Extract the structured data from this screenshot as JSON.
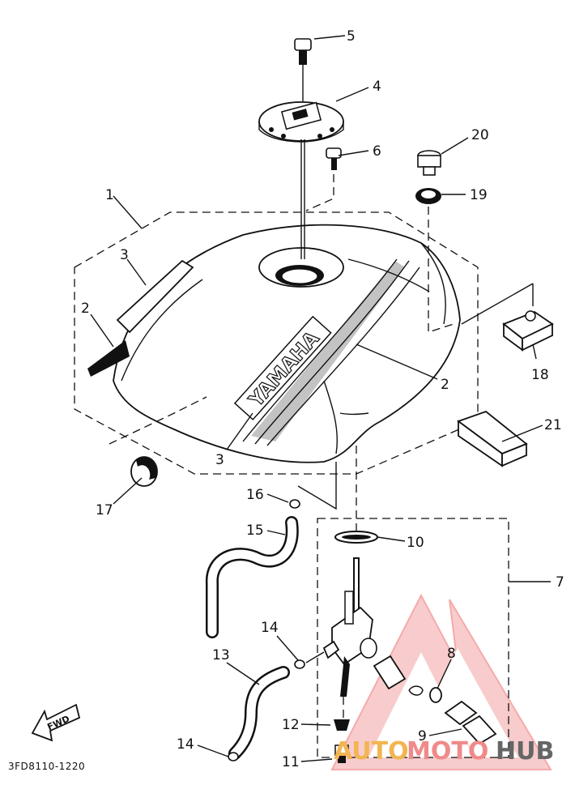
{
  "diagram": {
    "part_code": "3FD8110-1220",
    "fwd_label": "FWD",
    "tank_brand": "YAMAHA",
    "callouts": [
      {
        "id": "c1",
        "text": "1"
      },
      {
        "id": "c2a",
        "text": "2"
      },
      {
        "id": "c2b",
        "text": "2"
      },
      {
        "id": "c3a",
        "text": "3"
      },
      {
        "id": "c3b",
        "text": "3"
      },
      {
        "id": "c4",
        "text": "4"
      },
      {
        "id": "c5",
        "text": "5"
      },
      {
        "id": "c6",
        "text": "6"
      },
      {
        "id": "c7",
        "text": "7"
      },
      {
        "id": "c8",
        "text": "8"
      },
      {
        "id": "c9",
        "text": "9"
      },
      {
        "id": "c10",
        "text": "10"
      },
      {
        "id": "c11",
        "text": "11"
      },
      {
        "id": "c12",
        "text": "12"
      },
      {
        "id": "c13",
        "text": "13"
      },
      {
        "id": "c14a",
        "text": "14"
      },
      {
        "id": "c14b",
        "text": "14"
      },
      {
        "id": "c15",
        "text": "15"
      },
      {
        "id": "c16",
        "text": "16"
      },
      {
        "id": "c17",
        "text": "17"
      },
      {
        "id": "c18",
        "text": "18"
      },
      {
        "id": "c19",
        "text": "19"
      },
      {
        "id": "c20",
        "text": "20"
      },
      {
        "id": "c21",
        "text": "21"
      }
    ]
  },
  "watermark": {
    "text_auto": "AUTO",
    "text_moto": "MOTO",
    "text_hub": "HUB",
    "color_accent": "#f08a8a",
    "color_auto": "#f3b552",
    "color_hub": "#666666"
  }
}
